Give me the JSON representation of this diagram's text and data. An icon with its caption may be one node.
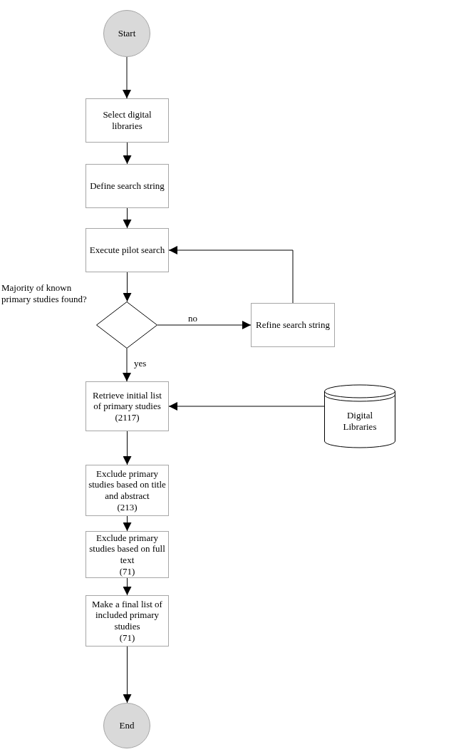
{
  "diagram": {
    "nodes": [
      {
        "text": [
          "Start"
        ]
      },
      {
        "text": [
          "Select digital libraries"
        ]
      },
      {
        "text": [
          "Define search string"
        ]
      },
      {
        "text": [
          "Execute pilot search"
        ]
      },
      {
        "text": [],
        "shape": "diamond",
        "beside": [
          "Majority of known primary studies found?"
        ]
      },
      {
        "text": [
          "Refine search string"
        ]
      },
      {
        "text": [
          "Retrieve initial list of primary studies",
          "(2117)"
        ]
      },
      {
        "text": [
          "Digital Libraries"
        ]
      },
      {
        "text": [
          "Exclude primary studies based on title and abstract",
          "(213)"
        ]
      },
      {
        "text": [
          "Exclude primary studies based on full text",
          "(71)"
        ]
      },
      {
        "text": [
          "Make a final list of included primary studies",
          "(71)"
        ]
      },
      {
        "text": [
          "End"
        ]
      }
    ],
    "edges": [
      {
        "from": 0,
        "to": 1,
        "arrow": "to"
      },
      {
        "from": 1,
        "to": 2,
        "arrow": "to"
      },
      {
        "from": 2,
        "to": 3,
        "arrow": "to"
      },
      {
        "from": 3,
        "to": 4,
        "arrow": "to"
      },
      {
        "from": 4,
        "to": 5,
        "arrow": "to",
        "label": "no"
      },
      {
        "from": 5,
        "to": 3,
        "arrow": "to"
      },
      {
        "from": 4,
        "to": 6,
        "arrow": "to",
        "label": "yes"
      },
      {
        "from": 7,
        "to": 6,
        "arrow": "to"
      },
      {
        "from": 6,
        "to": 8,
        "arrow": "to"
      },
      {
        "from": 8,
        "to": 9,
        "arrow": "to"
      },
      {
        "from": 9,
        "to": 10,
        "arrow": "to"
      },
      {
        "from": 10,
        "to": 11,
        "arrow": "to"
      }
    ]
  }
}
